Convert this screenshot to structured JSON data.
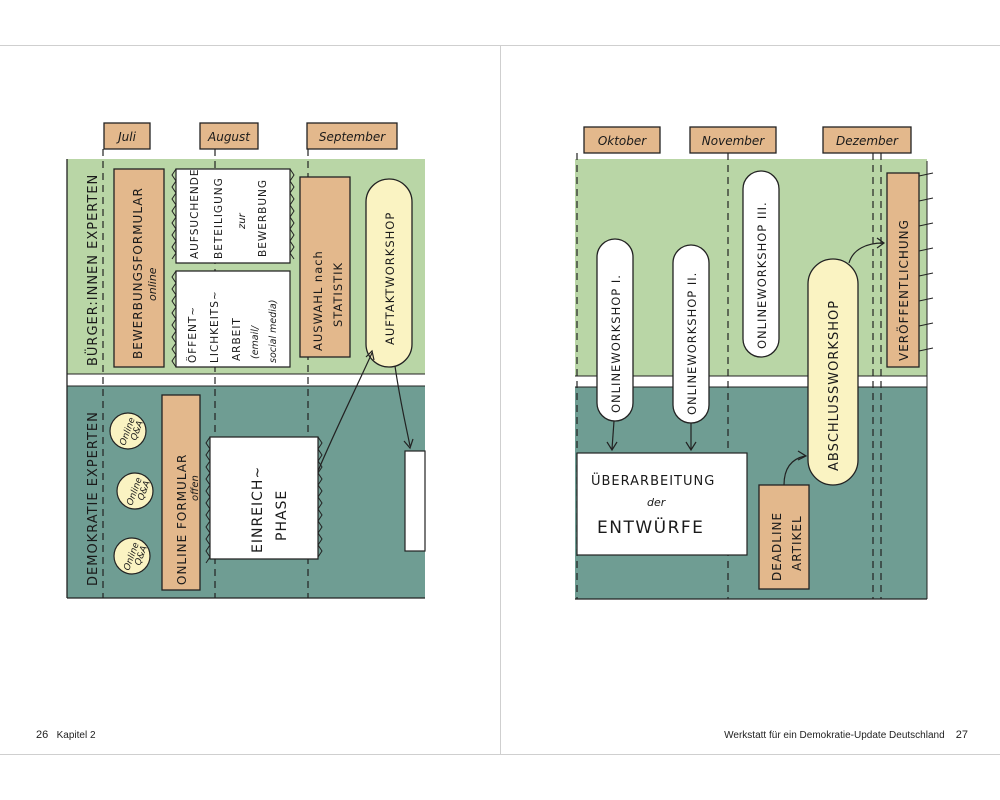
{
  "left_page": {
    "months": [
      "Juli",
      "August",
      "September"
    ],
    "row_labels": {
      "top": "BÜRGER:INNEN EXPERTEN",
      "bottom": "DEMOKRATIE EXPERTEN"
    },
    "bewerbungsformular": {
      "main": "BEWERBUNGSFORMULAR",
      "sub": "online"
    },
    "aufsuchende": [
      "AUFSUCHENDE",
      "BETEILIGUNG",
      "zur",
      "BEWERBUNG"
    ],
    "oeffentlichkeit": [
      "ÖFFENT~",
      "LICHKEITS~",
      "ARBEIT",
      "(email/",
      "social media)"
    ],
    "auswahl": [
      "AUSWAHL nach",
      "STATISTIK"
    ],
    "auftaktworkshop": "AUFTAKTWORKSHOP",
    "online_qa": [
      "Online",
      "Q&A"
    ],
    "online_formular": {
      "main": "ONLINE FORMULAR",
      "sub": "offen"
    },
    "einreichphase": [
      "EINREICH~",
      "PHASE"
    ],
    "page_number": "26",
    "chapter": "Kapitel 2"
  },
  "right_page": {
    "months": [
      "Oktober",
      "November",
      "Dezember"
    ],
    "workshops": [
      "ONLINEWORKSHOP I.",
      "ONLINEWORKSHOP II.",
      "ONLINEWORKSHOP III."
    ],
    "abschlussworkshop": "ABSCHLUSSWORKSHOP",
    "veroeffentlichung": "VERÖFFENTLICHUNG",
    "ueberarbeitung": [
      "ÜBERARBEITUNG",
      "der",
      "ENTWÜRFE"
    ],
    "deadline": [
      "DEADLINE",
      "ARTIKEL"
    ],
    "page_number": "27",
    "book_title": "Werkstatt für ein Demokratie-Update Deutschland"
  },
  "colors": {
    "green": "#b9d6a6",
    "teal": "#6f9d93",
    "tan": "#e3b88c",
    "cream": "#faf3c2"
  }
}
